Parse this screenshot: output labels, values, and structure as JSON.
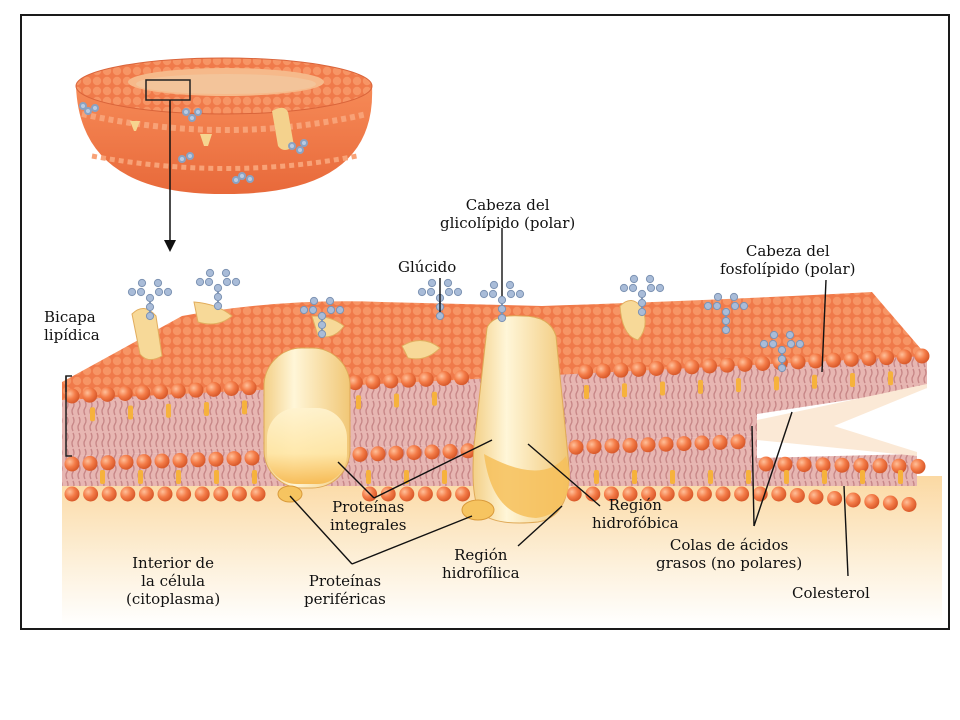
{
  "labels": {
    "glycolipid_head": [
      "Cabeza del",
      "glicolípido (polar)"
    ],
    "glucide": "Glúcido",
    "phospholipid_head": [
      "Cabeza del",
      "fosfolípido (polar)"
    ],
    "bilayer": [
      "Bicapa",
      "lipídica"
    ],
    "integral_proteins": [
      "Proteínas",
      "integrales"
    ],
    "hydrophobic_region": [
      "Región",
      "hidrofóbica"
    ],
    "hydrophilic_region": [
      "Región",
      "hidrofílica"
    ],
    "fatty_acid_tails": [
      "Colas de ácidos",
      "grasos (no polares)"
    ],
    "cell_interior": [
      "Interior de",
      "la célula",
      "(citoplasma)"
    ],
    "peripheral_proteins": [
      "Proteínas",
      "periféricas"
    ],
    "cholesterol": "Colesterol"
  },
  "colors": {
    "membrane_orange": "#f07a4a",
    "head_orange": "#f3814f",
    "tail_pink": "#d99aa0",
    "protein_cream": "#fbe7a8",
    "protein_shadow": "#e8b968",
    "sugar_blue": "#9fb5d2",
    "cytoplasm_top": "#fff6e6",
    "cytoplasm_bottom": "#fbe2b8"
  }
}
